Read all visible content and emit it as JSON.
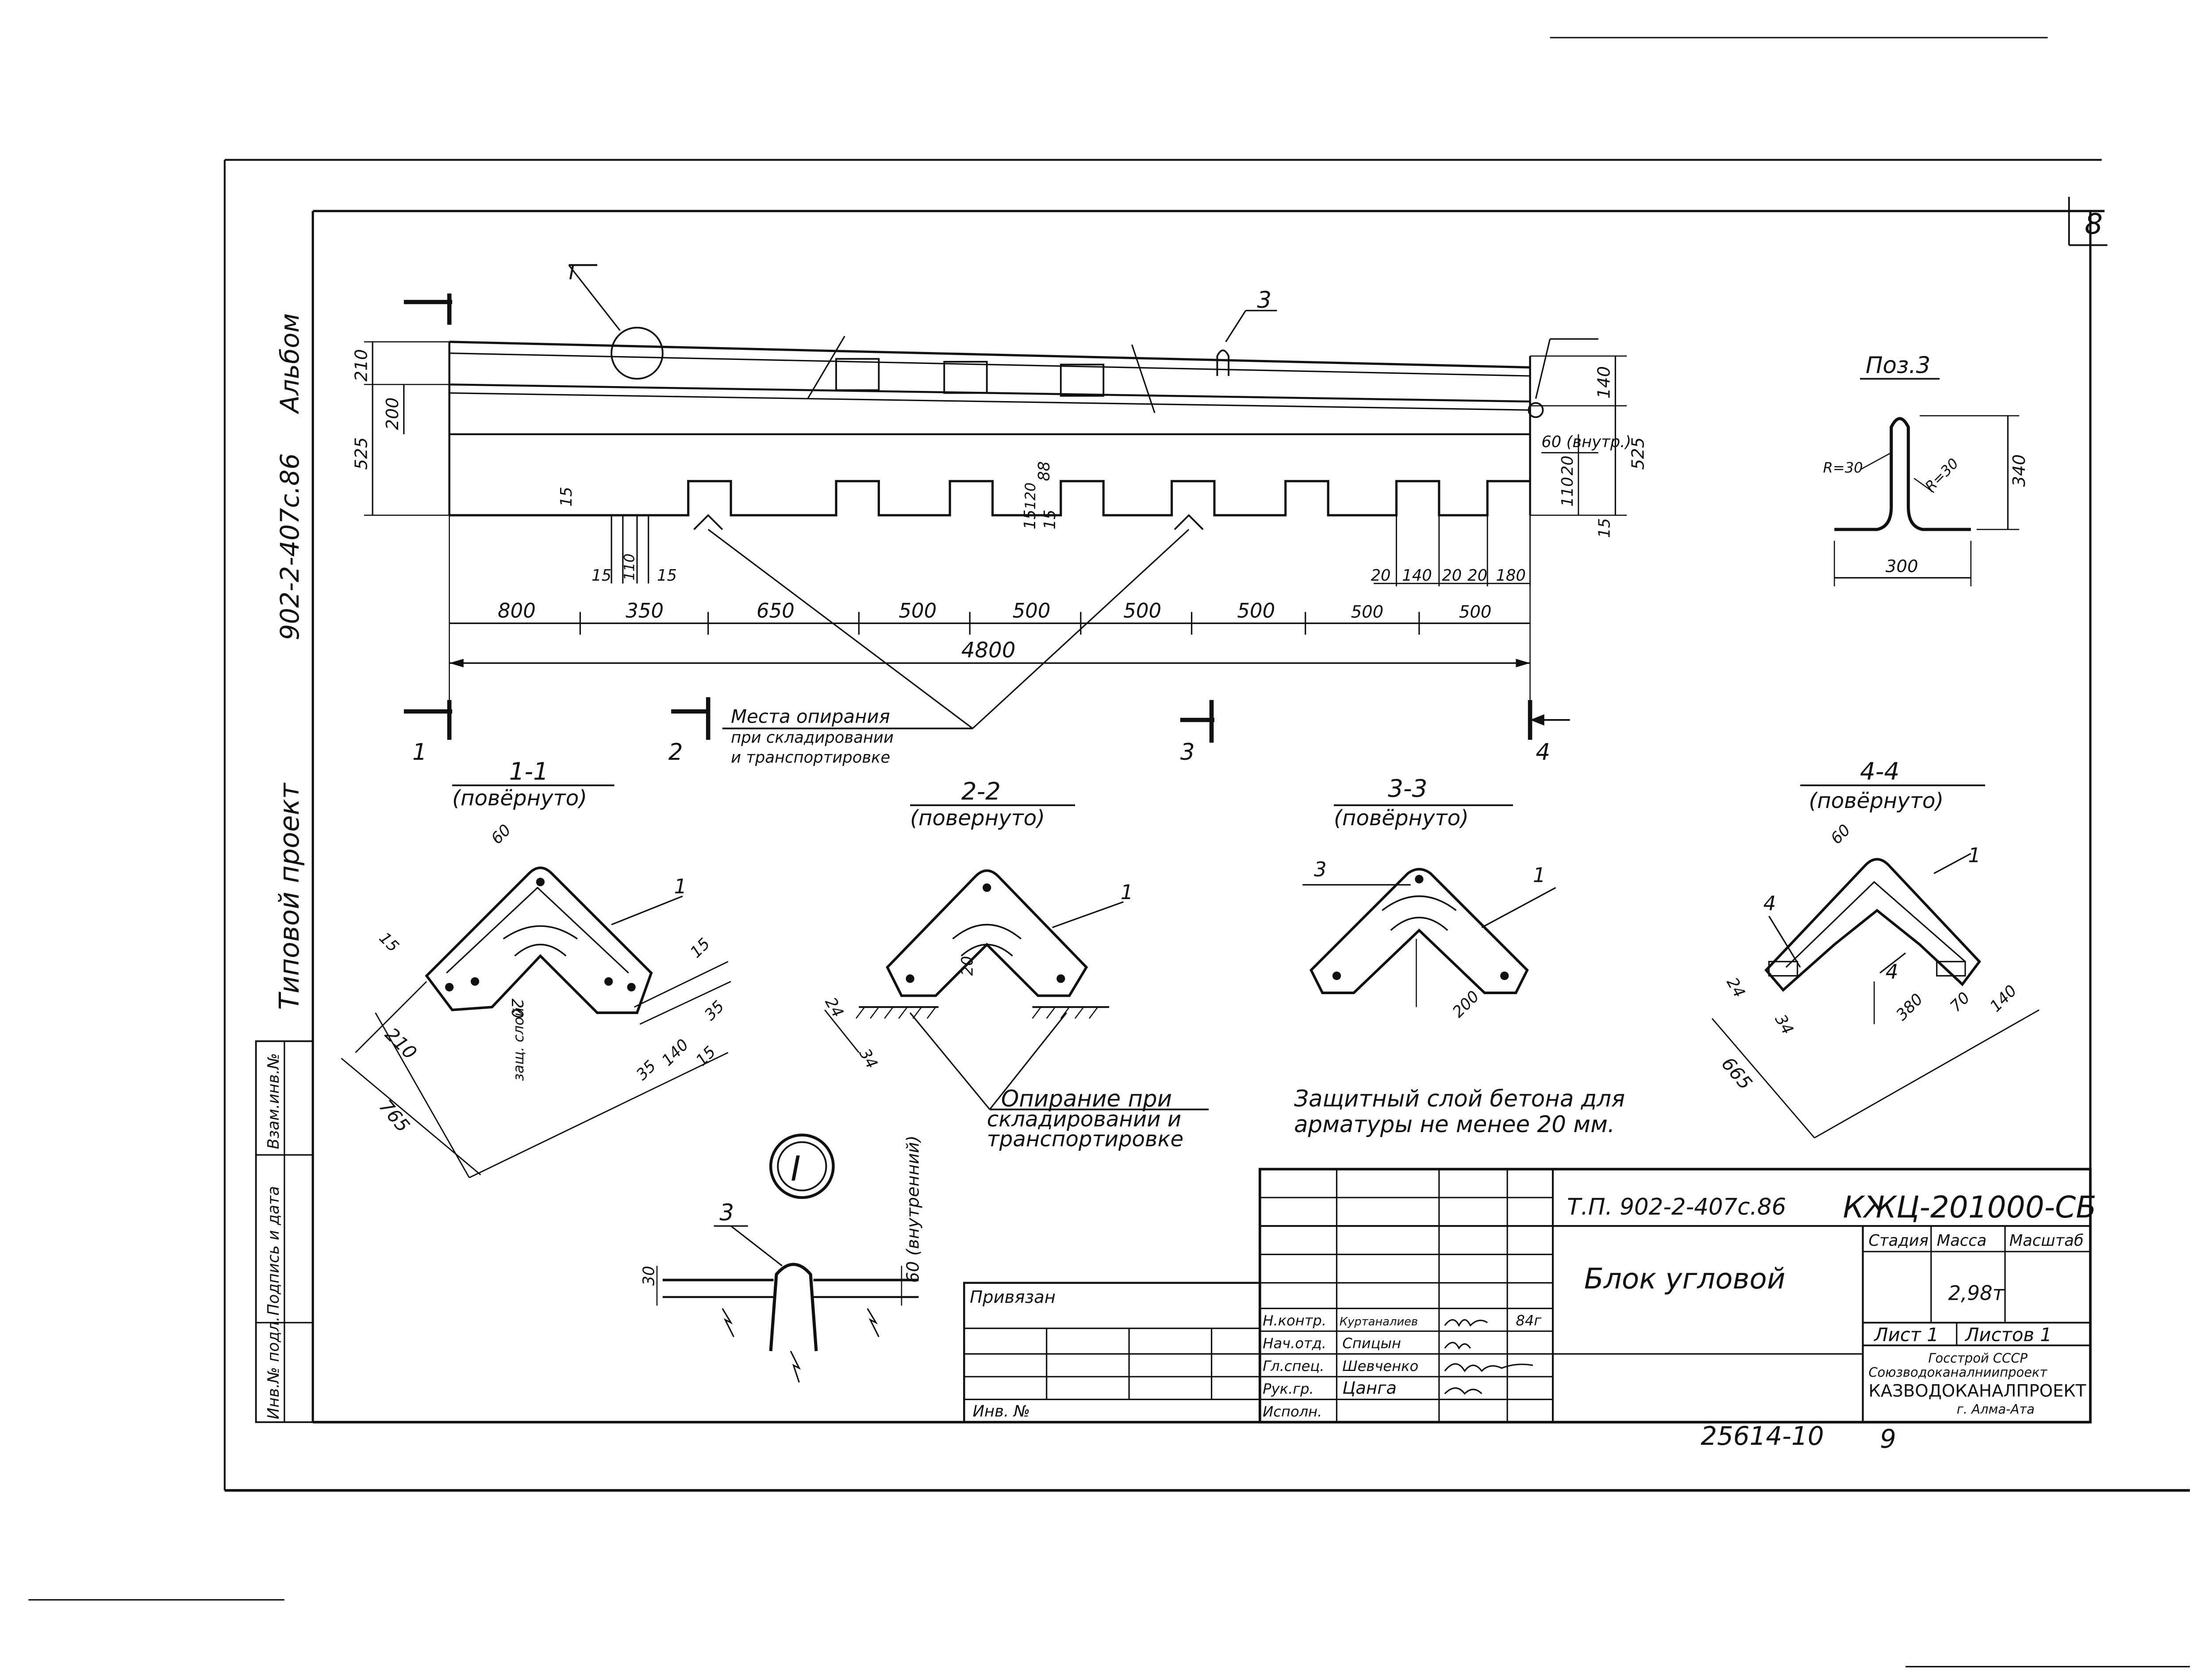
{
  "sheet_number": "8",
  "side_labels": {
    "album": "Альбом",
    "project_code": "902-2-407с.86",
    "project_type": "Типовой проект"
  },
  "left_stamp_columns": [
    "Инв.№ подл.",
    "Подпись и дата",
    "Взам.инв.№"
  ],
  "elevation": {
    "callout_I": "I",
    "callout_3": "3",
    "cut_labels": [
      "1",
      "2",
      "3",
      "4"
    ],
    "dims_bottom": [
      "800",
      "350",
      "650",
      "500",
      "500",
      "500",
      "500",
      "500",
      "500"
    ],
    "total_length": "4800",
    "dims_left": [
      "210",
      "200",
      "525"
    ],
    "dims_right": [
      "140",
      "525",
      "20",
      "110",
      "15"
    ],
    "dims_slots": [
      "15",
      "15",
      "15",
      "120",
      "88"
    ],
    "dims_detail_left": [
      "15",
      "110",
      "15"
    ],
    "dims_detail_right": [
      "20",
      "140",
      "20",
      "20",
      "180"
    ],
    "note_60": "60 (внутр.)",
    "support_note": [
      "Места опирания",
      "при складировании",
      "и транспортировке"
    ]
  },
  "pos3": {
    "title": "Поз.3",
    "r_left": "R=30",
    "r_right": "R=30",
    "height": "340",
    "width": "300"
  },
  "sections": [
    {
      "title": "1-1",
      "subtitle": "(повёрнуто)",
      "leader": "1",
      "dims": [
        "60",
        "15",
        "210",
        "20",
        "765",
        "15",
        "35",
        "140",
        "35",
        "15"
      ],
      "layer_label": "защ. слой"
    },
    {
      "title": "2-2",
      "subtitle": "(повернуто)",
      "leader": "1",
      "dims": [
        "20",
        "24",
        "34"
      ]
    },
    {
      "title": "3-3",
      "subtitle": "(повёрнуто)",
      "leader_left": "3",
      "leader": "1",
      "dims": [
        "200"
      ]
    },
    {
      "title": "4-4",
      "subtitle": "(повёрнуто)",
      "leader": "1",
      "leader_left": "4",
      "leader_bottom": "4",
      "dims": [
        "60",
        "24",
        "34",
        "665",
        "380",
        "70",
        "140"
      ]
    }
  ],
  "notes": {
    "support": [
      "Опирание при",
      "складировании и",
      "транспортировке"
    ],
    "cover": [
      "Защитный слой бетона для",
      "арматуры не менее 20 мм."
    ]
  },
  "detail_I": {
    "label": "I",
    "leader": "3",
    "dim_left": "30",
    "dim_right": "60 (внутренний)"
  },
  "title_block": {
    "project": "Т.П. 902-2-407с.86",
    "code": "КЖЦ-201000-СБ",
    "name": "Блок угловой",
    "headers": [
      "Стадия",
      "Масса",
      "Масштаб"
    ],
    "mass": "2,98т",
    "sheet": "Лист 1",
    "sheets": "Листов 1",
    "org": [
      "Госстрой СССР",
      "Союзводоканалниипроект",
      "КАЗВОДОКАНАЛПРОЕКТ",
      "г. Алма-Ата"
    ],
    "bound": "Привязан",
    "inv": "Инв. №",
    "roles": [
      {
        "role": "Н.контр.",
        "name": "Куртаналиев",
        "date": "84г"
      },
      {
        "role": "Нач.отд.",
        "name": "Спицын",
        "date": ""
      },
      {
        "role": "Гл.спец.",
        "name": "Шевченко",
        "date": ""
      },
      {
        "role": "Рук.гр.",
        "name": "Цанга",
        "date": ""
      },
      {
        "role": "Исполн.",
        "name": "",
        "date": ""
      }
    ]
  },
  "archive_number": "25614-10",
  "page_number": "9"
}
